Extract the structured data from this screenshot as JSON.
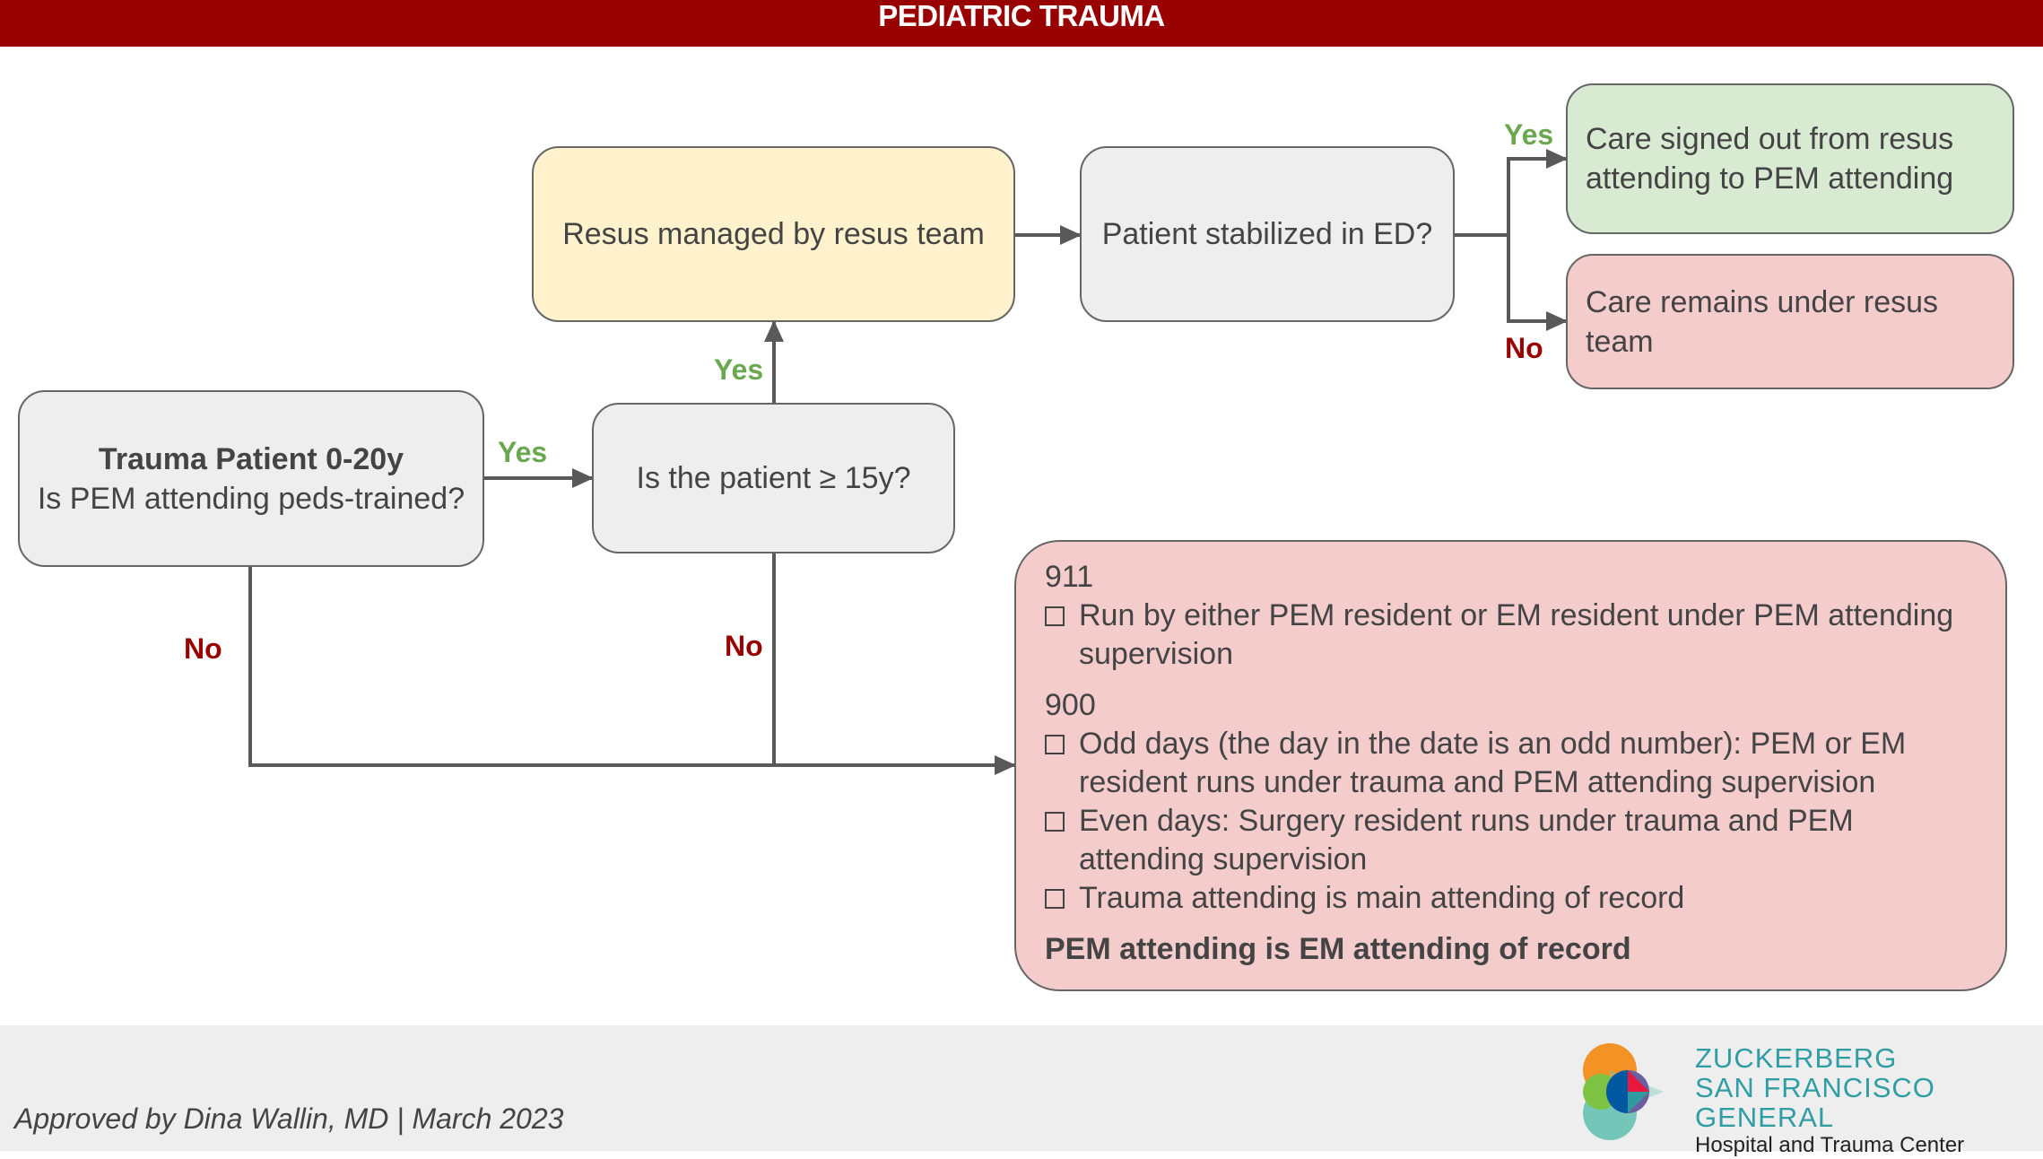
{
  "header": {
    "title": "PEDIATRIC TRAUMA"
  },
  "nodes": {
    "start": {
      "title": "Trauma Patient 0-20y",
      "question": "Is PEM attending peds-trained?"
    },
    "age_check": {
      "text": "Is the patient ≥ 15y?"
    },
    "resus": {
      "text": "Resus managed by resus team"
    },
    "stabilized": {
      "text": "Patient stabilized in ED?"
    },
    "signed_out": {
      "text": "Care signed out from resus attending to PEM attending"
    },
    "remains": {
      "text": "Care remains under resus team"
    },
    "detail": {
      "section1_title": "911",
      "section1_items": [
        "Run by either PEM resident or EM resident under PEM attending supervision"
      ],
      "section2_title": "900",
      "section2_items": [
        "Odd days (the day in the date is an odd number): PEM or EM resident runs under trauma and PEM attending supervision",
        "Even days: Surgery resident runs under trauma and PEM attending supervision",
        "Trauma attending is main attending of record"
      ],
      "footer_note": "PEM attending is EM attending of record"
    }
  },
  "edge_labels": {
    "start_yes": "Yes",
    "start_no": "No",
    "age_yes": "Yes",
    "age_no": "No",
    "stab_yes": "Yes",
    "stab_no": "No"
  },
  "colors": {
    "header": "#990000",
    "yes": "#6aa84f",
    "no": "#990000",
    "neutral_box": "#eeeeee",
    "resus_box": "#fff2cc",
    "positive_box": "#d9ead3",
    "negative_box": "#f4cccc"
  },
  "footer": {
    "approved": "Approved by Dina Wallin, MD |  March 2023",
    "logo_line1": "ZUCKERBERG",
    "logo_line2": "SAN FRANCISCO GENERAL",
    "logo_line3": "Hospital and Trauma Center"
  }
}
